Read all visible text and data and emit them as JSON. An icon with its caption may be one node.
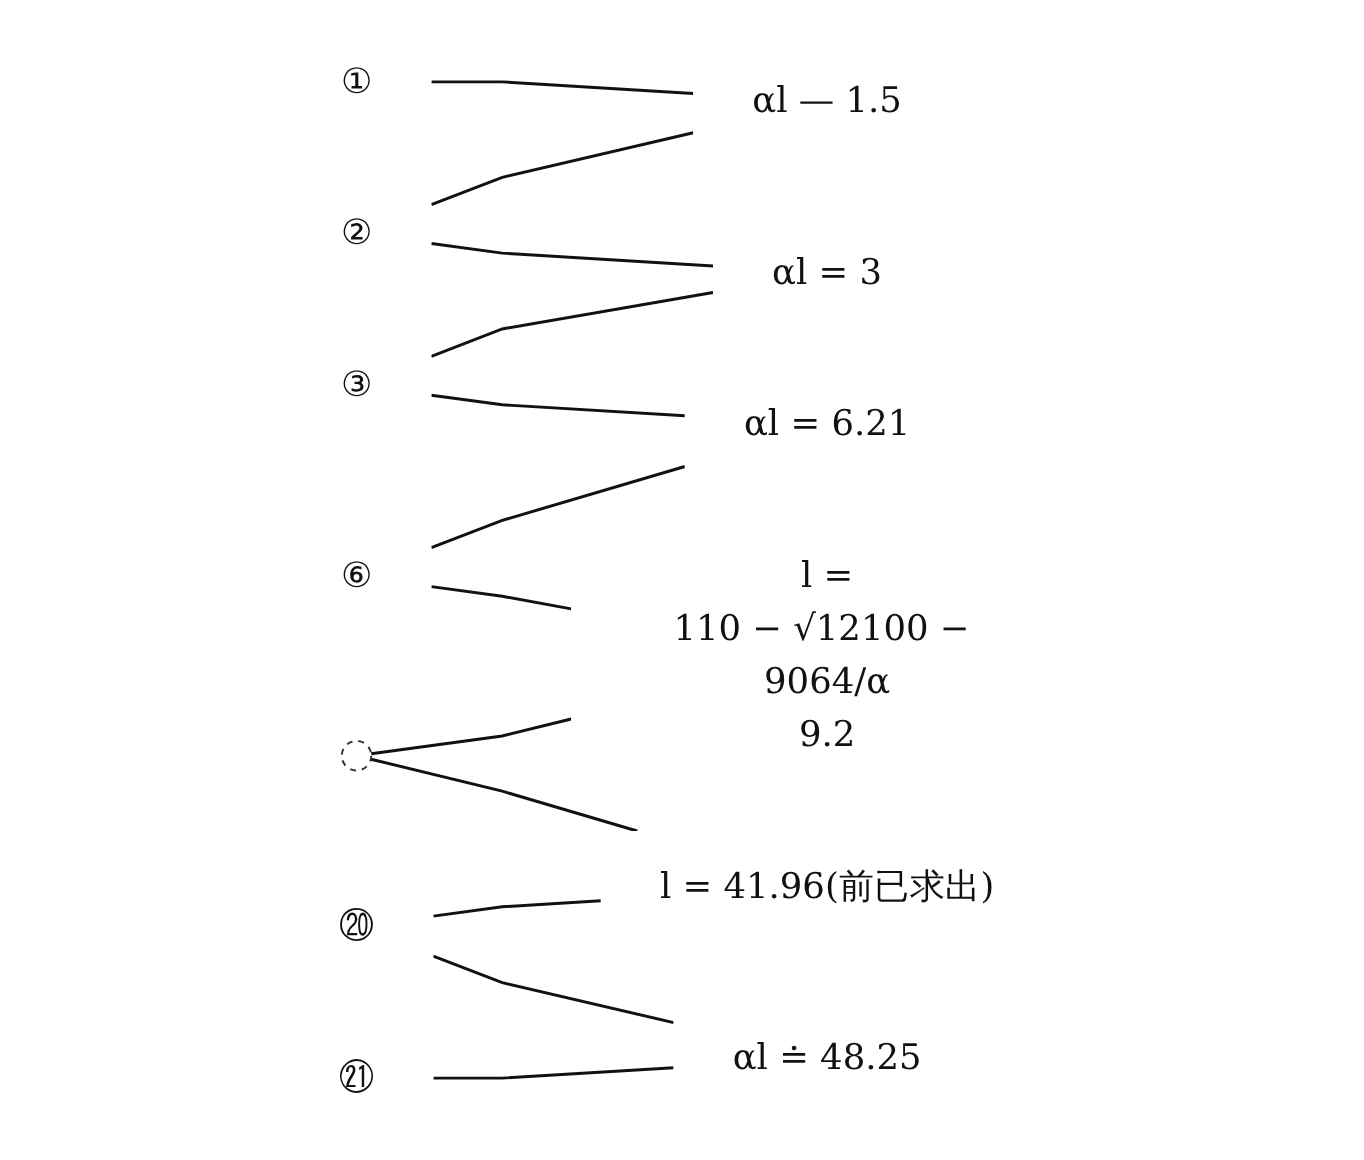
{
  "diagram": {
    "nodes": [
      {
        "text": [
          "①"
        ]
      },
      {
        "text": [
          "αl — 1.5"
        ]
      },
      {
        "text": [
          "②"
        ]
      },
      {
        "text": [
          "αl = 3"
        ]
      },
      {
        "text": [
          "③"
        ]
      },
      {
        "text": [
          "αl = 6.21"
        ]
      },
      {
        "text": [
          "⑥"
        ]
      },
      {
        "text": [
          "l =",
          "110 − √12100 − 9064/α",
          "9.2"
        ]
      },
      {
        "text": [],
        "shape": "circle"
      },
      {
        "text": [
          "l = 41.96(前已求出)"
        ]
      },
      {
        "text": [
          "⑳"
        ]
      },
      {
        "text": [
          "αl ≐ 48.25"
        ]
      },
      {
        "text": [
          "㉑"
        ]
      }
    ],
    "edges": [
      {
        "from": 0,
        "to": 1,
        "arrow": "none"
      },
      {
        "from": 2,
        "to": 1,
        "arrow": "none"
      },
      {
        "from": 2,
        "to": 3,
        "arrow": "none"
      },
      {
        "from": 4,
        "to": 3,
        "arrow": "none"
      },
      {
        "from": 4,
        "to": 5,
        "arrow": "none"
      },
      {
        "from": 6,
        "to": 5,
        "arrow": "none"
      },
      {
        "from": 6,
        "to": 7,
        "arrow": "none"
      },
      {
        "from": 8,
        "to": 7,
        "arrow": "none"
      },
      {
        "from": 8,
        "to": 9,
        "arrow": "none"
      },
      {
        "from": 10,
        "to": 9,
        "arrow": "none"
      },
      {
        "from": 10,
        "to": 11,
        "arrow": "none"
      },
      {
        "from": 12,
        "to": 11,
        "arrow": "none"
      }
    ]
  }
}
